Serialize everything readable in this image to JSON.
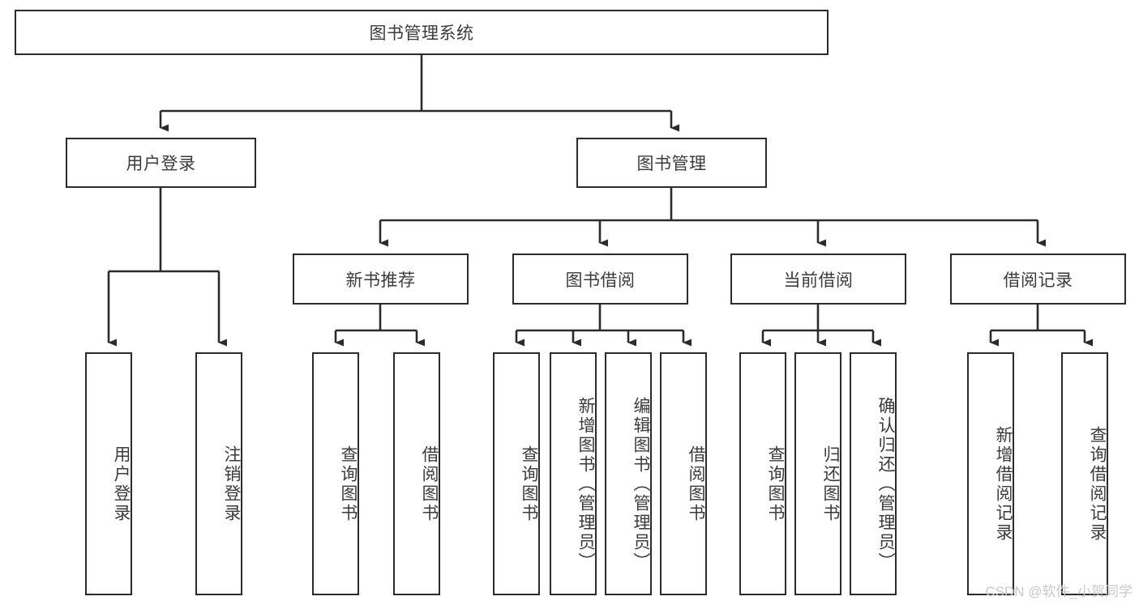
{
  "diagram": {
    "type": "tree-hierarchy",
    "title": "图书管理系统",
    "watermark": "CSDN @软件_小贺同学",
    "colors": {
      "box_border": "#2b2b2b",
      "box_fill": "#ffffff",
      "text": "#3b3b3b",
      "connector": "#2b2b2b",
      "watermark": "#c9c9c9"
    },
    "root": {
      "label": "图书管理系统"
    },
    "level2": [
      {
        "label": "用户登录"
      },
      {
        "label": "图书管理"
      }
    ],
    "level3": [
      {
        "label": "新书推荐"
      },
      {
        "label": "图书借阅"
      },
      {
        "label": "当前借阅"
      },
      {
        "label": "借阅记录"
      }
    ],
    "leaves": [
      {
        "label": "用户登录",
        "parent": "用户登录"
      },
      {
        "label": "注销登录",
        "parent": "用户登录"
      },
      {
        "label": "查询图书",
        "parent": "新书推荐"
      },
      {
        "label": "借阅图书",
        "parent": "新书推荐"
      },
      {
        "label": "查询图书",
        "parent": "图书借阅"
      },
      {
        "label": "新增图书（管理员）",
        "parent": "图书借阅"
      },
      {
        "label": "编辑图书（管理员）",
        "parent": "图书借阅"
      },
      {
        "label": "借阅图书",
        "parent": "图书借阅"
      },
      {
        "label": "查询图书",
        "parent": "当前借阅"
      },
      {
        "label": "归还图书",
        "parent": "当前借阅"
      },
      {
        "label": "确认归还（管理员）",
        "parent": "当前借阅"
      },
      {
        "label": "新增借阅记录",
        "parent": "借阅记录"
      },
      {
        "label": "查询借阅记录",
        "parent": "借阅记录"
      }
    ]
  }
}
